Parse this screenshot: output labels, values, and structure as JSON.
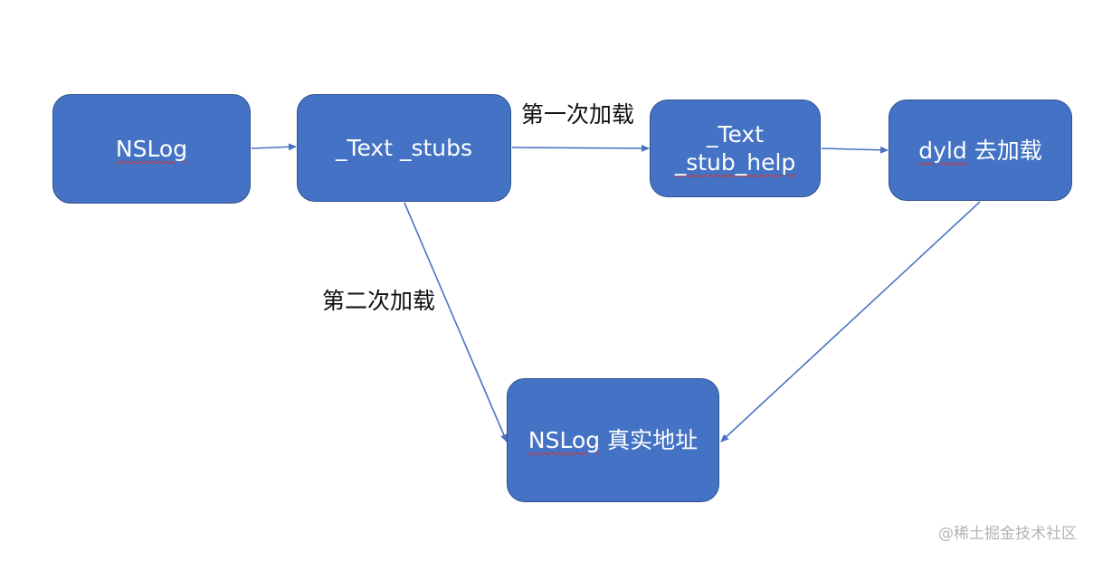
{
  "nodes": {
    "nslog": "NSLog",
    "text_stubs": "_Text _stubs",
    "stub_help_line1": "_Text",
    "stub_help_line2": "_stub_help",
    "dyld_prefix": "dyld",
    "dyld_suffix": " 去加载",
    "real_prefix": "NSLog",
    "real_suffix": " 真实地址"
  },
  "edge_labels": {
    "first_load": "第一次加载",
    "second_load": "第二次加载"
  },
  "watermark": "@稀土掘金技术社区",
  "colors": {
    "node_fill": "#4472c4",
    "node_border": "#2f528f",
    "arrow": "#4a72c4",
    "node_text": "#ffffff",
    "spellcheck_underline": "#e0302a"
  }
}
